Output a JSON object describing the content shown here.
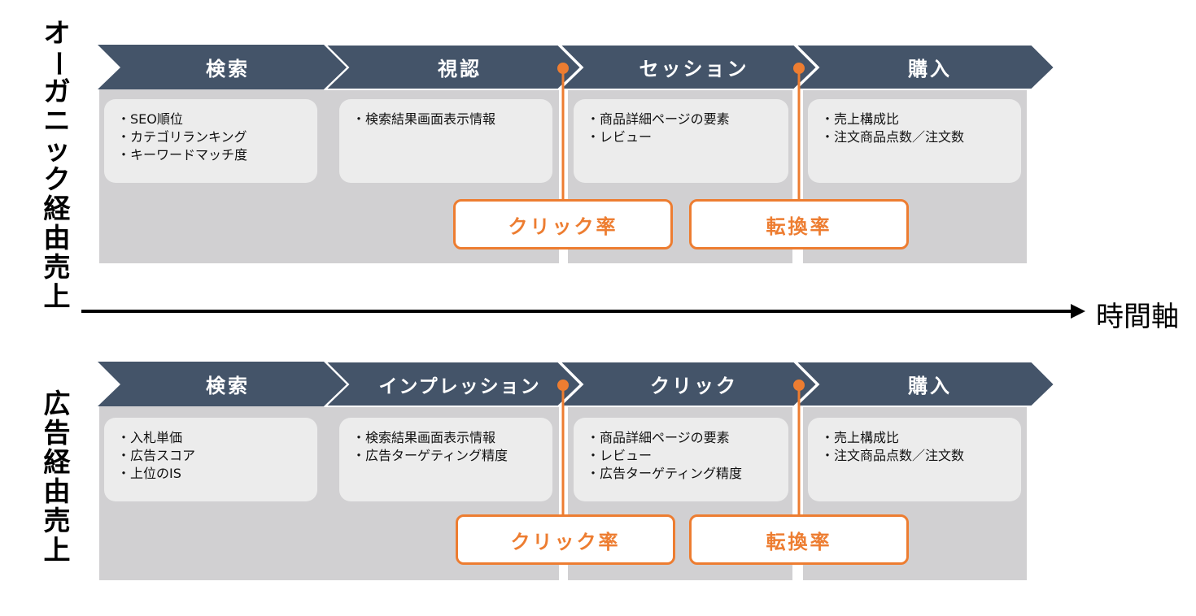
{
  "timeline": {
    "label": "時間軸"
  },
  "colors": {
    "chevron": "#445469",
    "accent": "#ed7d31",
    "stage_bg": "#d1d0d2",
    "card_bg": "#ececec"
  },
  "rows": [
    {
      "label": "オーガニック経由売上",
      "stages": [
        {
          "title": "検索",
          "items": [
            "・SEO順位",
            "・カテゴリランキング",
            "・キーワードマッチ度"
          ]
        },
        {
          "title": "視認",
          "items": [
            "・検索結果画面表示情報"
          ]
        },
        {
          "title": "セッション",
          "items": [
            "・商品詳細ページの要素",
            "・レビュー"
          ]
        },
        {
          "title": "購入",
          "items": [
            "・売上構成比",
            "・注文商品点数／注文数"
          ]
        }
      ],
      "metrics": [
        {
          "label": "クリック率"
        },
        {
          "label": "転換率"
        }
      ]
    },
    {
      "label": "広告経由売上",
      "stages": [
        {
          "title": "検索",
          "items": [
            "・入札単価",
            "・広告スコア",
            "・上位のIS"
          ]
        },
        {
          "title": "インプレッション",
          "items": [
            "・検索結果画面表示情報",
            "・広告ターゲティング精度"
          ]
        },
        {
          "title": "クリック",
          "items": [
            "・商品詳細ページの要素",
            "・レビュー",
            "・広告ターゲティング精度"
          ]
        },
        {
          "title": "購入",
          "items": [
            "・売上構成比",
            "・注文商品点数／注文数"
          ]
        }
      ],
      "metrics": [
        {
          "label": "クリック率"
        },
        {
          "label": "転換率"
        }
      ]
    }
  ]
}
